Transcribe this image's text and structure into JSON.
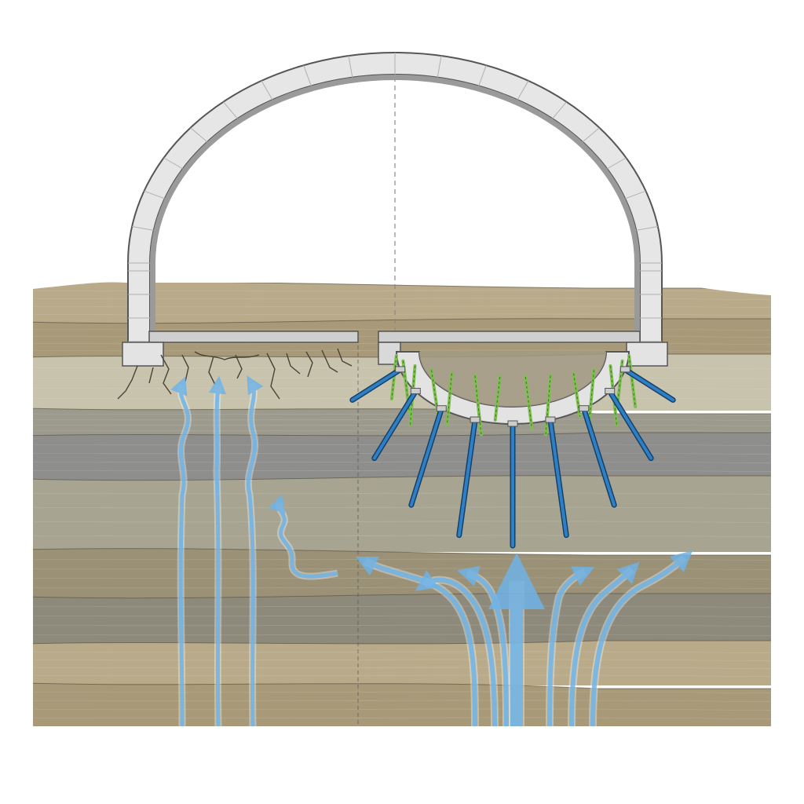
{
  "diagram": {
    "kind": "tunnel-cross-section-comparison",
    "left_half": {
      "variant": "flat-invert",
      "features": [
        "cracked-invert-slab",
        "soil-cracks",
        "upward-seepage-arrows"
      ],
      "seepage_arrow_count": 4
    },
    "right_half": {
      "variant": "curved-invert",
      "features": [
        "curved-invert-arch",
        "relief-drains",
        "rock-bolts",
        "diverted-seepage-arrows"
      ],
      "relief_drain_count": 9,
      "rock_bolt_count": 14,
      "seepage_arrow_count": 7
    }
  },
  "colors": {
    "lining_fill": "#e6e6e6",
    "lining_stroke": "#555555",
    "seepage_arrow": "#6fb3e6",
    "drain_pipe": "#2f7fc4",
    "rock_bolt": "#7cbf4e",
    "strata": [
      "#b9ab8a",
      "#a89a78",
      "#c8c3ad",
      "#9c9a8c",
      "#8e8f8d",
      "#a7a592",
      "#9b9177",
      "#8d8a7c"
    ]
  }
}
